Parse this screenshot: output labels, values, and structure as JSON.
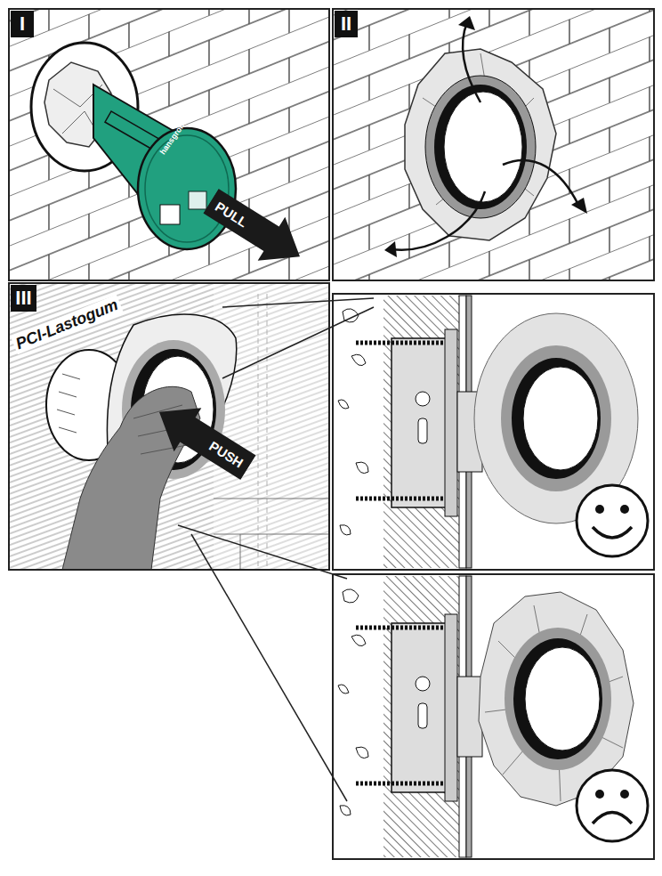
{
  "diagram": {
    "nodes": [
      {
        "text": [
          "I"
        ]
      },
      {
        "text": [
          "II"
        ]
      },
      {
        "text": [
          "III"
        ]
      },
      {
        "text": [
          "PULL"
        ]
      },
      {
        "text": [
          "PUSH"
        ]
      }
    ],
    "labels": [
      "hansgrohe",
      "PCI-Lastogum"
    ]
  }
}
